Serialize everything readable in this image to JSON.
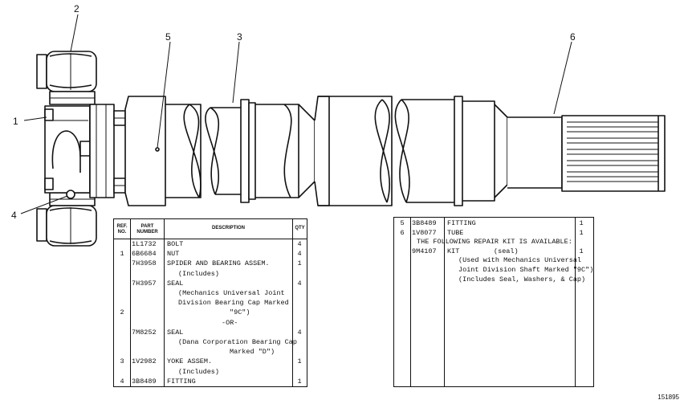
{
  "callouts": {
    "c1": "1",
    "c2": "2",
    "c3": "3",
    "c4": "4",
    "c5": "5",
    "c6": "6"
  },
  "table1": {
    "headers": {
      "ref_no": "REF. NO.",
      "part_number": "PART NUMBER",
      "description": "DESCRIPTION",
      "qty": "QTY"
    },
    "rows": [
      {
        "ref": "",
        "part": "1L1732",
        "desc": "BOLT",
        "qty": "4"
      },
      {
        "ref": "1",
        "part": "6B6684",
        "desc": "NUT",
        "qty": "4"
      },
      {
        "ref": "",
        "part": "7H3958",
        "desc": "SPIDER AND BEARING ASSEM.",
        "qty": "1"
      },
      {
        "ref": "",
        "part": "",
        "desc": "(Includes)",
        "qty": ""
      },
      {
        "ref": "",
        "part": "7H3957",
        "desc": "SEAL",
        "qty": "4"
      },
      {
        "ref": "",
        "part": "",
        "desc": "(Mechanics Universal Joint",
        "qty": ""
      },
      {
        "ref": "",
        "part": "",
        "desc": "Division Bearing Cap Marked",
        "qty": ""
      },
      {
        "ref": "2",
        "part": "",
        "desc": "\"9C\")",
        "qty": ""
      },
      {
        "ref": "",
        "part": "",
        "desc": "-OR-",
        "qty": ""
      },
      {
        "ref": "",
        "part": "7M8252",
        "desc": "SEAL",
        "qty": "4"
      },
      {
        "ref": "",
        "part": "",
        "desc": "(Dana Corporation Bearing Cap",
        "qty": ""
      },
      {
        "ref": "",
        "part": "",
        "desc": "Marked \"D\")",
        "qty": ""
      },
      {
        "ref": "3",
        "part": "1V2982",
        "desc": "YOKE ASSEM.",
        "qty": "1"
      },
      {
        "ref": "",
        "part": "",
        "desc": "(Includes)",
        "qty": ""
      },
      {
        "ref": "4",
        "part": "3B8489",
        "desc": "FITTING",
        "qty": "1"
      }
    ]
  },
  "table2": {
    "rows": [
      {
        "ref": "5",
        "part": "3B8489",
        "desc": "FITTING",
        "qty": "1"
      },
      {
        "ref": "6",
        "part": "1V8077",
        "desc": "TUBE",
        "qty": "1"
      },
      {
        "ref": "",
        "part": "",
        "desc": "THE FOLLOWING REPAIR KIT IS AVAILABLE:",
        "qty": ""
      },
      {
        "ref": "",
        "part": "9M4107",
        "desc": "KIT",
        "desc2": "(seal)",
        "qty": "1"
      },
      {
        "ref": "",
        "part": "",
        "desc": "(Used with Mechanics Universal",
        "qty": ""
      },
      {
        "ref": "",
        "part": "",
        "desc": "Joint Division Shaft Marked \"9C\")",
        "qty": ""
      },
      {
        "ref": "",
        "part": "",
        "desc": "(Includes Seal, Washers, & Cap)",
        "qty": ""
      }
    ]
  },
  "figure_number": "151895"
}
